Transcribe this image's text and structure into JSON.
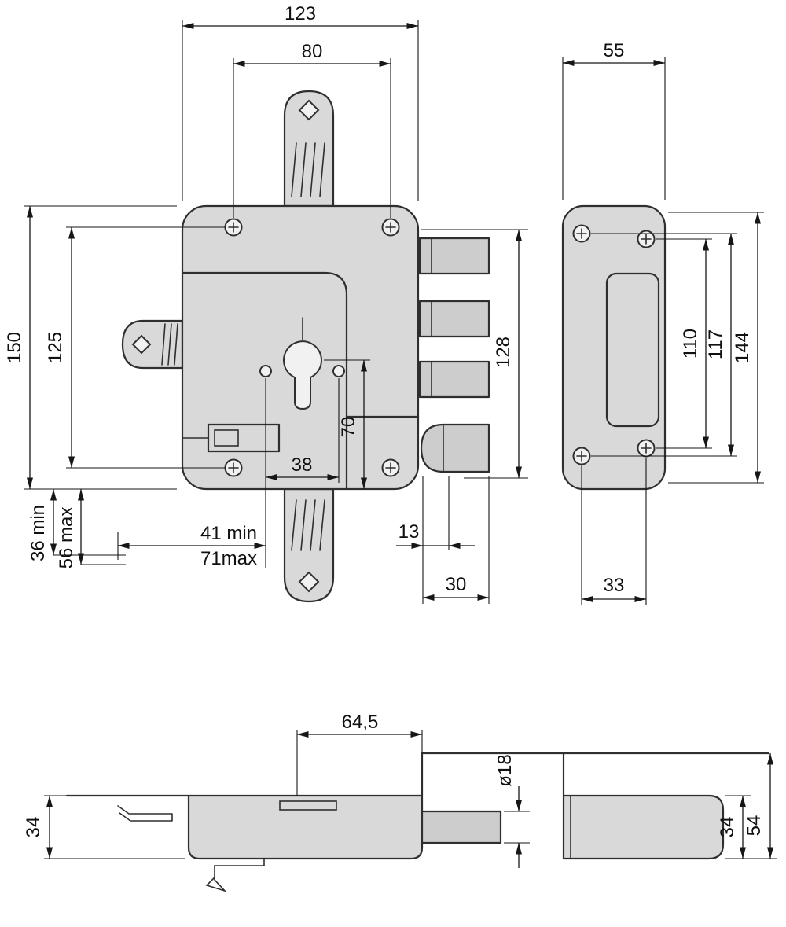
{
  "colors": {
    "line": "#2f2f2f",
    "dim": "#161616",
    "body_fill": "#d9d9d9",
    "bolt_fill": "#cdcdcd",
    "hole_fill": "#f1f1f1",
    "background": "#ffffff"
  },
  "views": {
    "front": {
      "dims": {
        "overall_width": "123",
        "screw_spacing_x": "80",
        "overall_height": "150",
        "screw_spacing_y": "125",
        "strip_min": "36 min",
        "strip_max": "56 max",
        "backset_min": "41 min",
        "backset_max": "71max",
        "cylinder_screw_spacing": "38",
        "cylinder_to_bottom": "70",
        "bolt_span": "128",
        "latch_offset": "13",
        "latch_depth": "30"
      }
    },
    "side": {
      "dims": {
        "case_width": "55",
        "screw_span_inner": "110",
        "screw_span_outer": "117",
        "overall_height": "144",
        "screw_spacing_x": "33"
      }
    },
    "top": {
      "dims": {
        "backset": "64,5",
        "bolt_diameter": "ø18",
        "case_depth": "34",
        "strike_depth": "34",
        "strike_overall": "54"
      }
    }
  }
}
